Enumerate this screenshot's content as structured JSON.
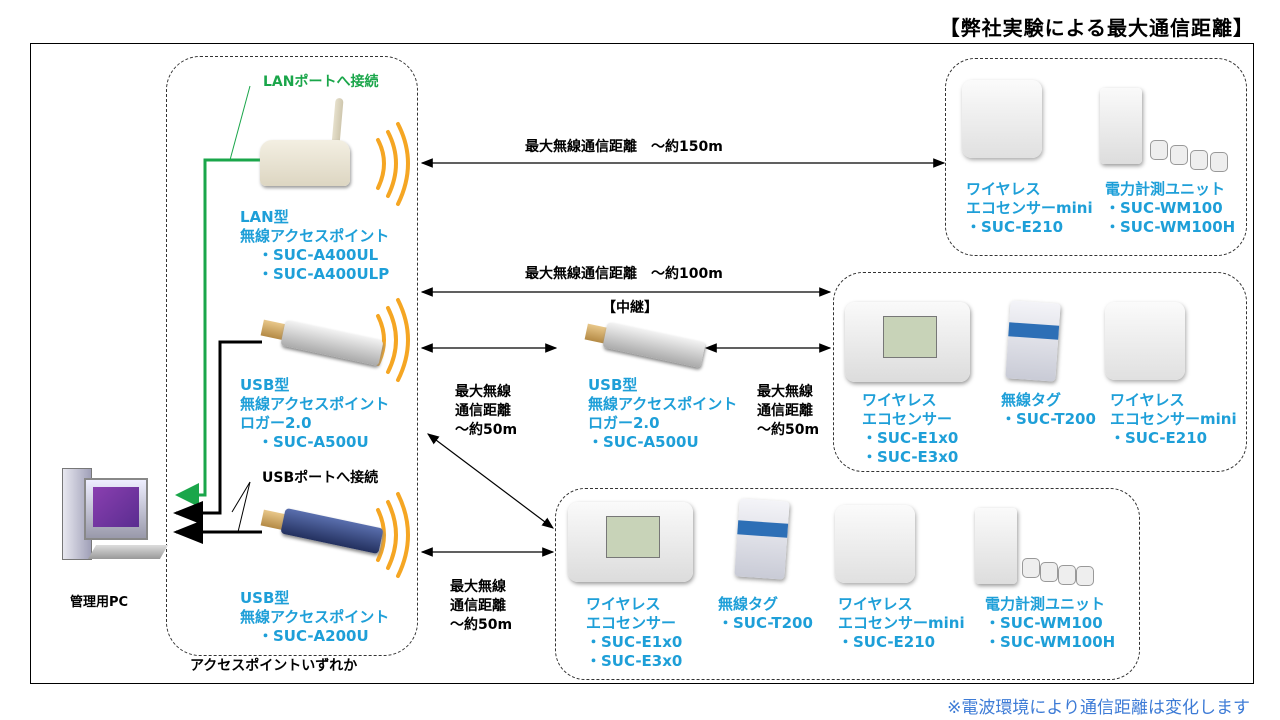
{
  "title": "【弊社実験による最大通信距離】",
  "footnote": "※電波環境により通信距離は変化します",
  "colors": {
    "product_text": "#1e9fd8",
    "lan_line": "#1aa64a",
    "waves": "#f5a623",
    "note": "#3d7bd6"
  },
  "access_points": {
    "group_label": "アクセスポイントいずれか",
    "lan_port_label": "LANポートへ接続",
    "usb_port_label": "USBポートへ接続",
    "lan": {
      "lines": [
        "LAN型",
        "無線アクセスポイント",
        "・SUC-A400UL",
        "・SUC-A400ULP"
      ]
    },
    "usb_logger": {
      "lines": [
        "USB型",
        "無線アクセスポイント",
        "ロガー2.0",
        "・SUC-A500U"
      ]
    },
    "usb": {
      "lines": [
        "USB型",
        "無線アクセスポイント",
        "・SUC-A200U"
      ]
    }
  },
  "pc": {
    "label": "管理用PC",
    "icon": "desktop-pc-icon"
  },
  "distances": {
    "d150": "最大無線通信距離　～約150m",
    "d100": "最大無線通信距離　～約100m",
    "d50_lines": [
      "最大無線",
      "通信距離",
      "～約50m"
    ]
  },
  "relay": {
    "label": "【中継】",
    "lines": [
      "USB型",
      "無線アクセスポイント",
      "ロガー2.0",
      "・SUC-A500U"
    ]
  },
  "group_150": [
    {
      "lines": [
        "ワイヤレス",
        "エコセンサーmini",
        "・SUC-E210"
      ]
    },
    {
      "lines": [
        "電力計測ユニット",
        "・SUC-WM100",
        "・SUC-WM100H"
      ]
    }
  ],
  "group_100": [
    {
      "lines": [
        "ワイヤレス",
        "エコセンサー",
        "・SUC-E1x0",
        "・SUC-E3x0"
      ]
    },
    {
      "lines": [
        "無線タグ",
        "・SUC-T200"
      ]
    },
    {
      "lines": [
        "ワイヤレス",
        "エコセンサーmini",
        "・SUC-E210"
      ]
    }
  ],
  "group_50": [
    {
      "lines": [
        "ワイヤレス",
        "エコセンサー",
        "・SUC-E1x0",
        "・SUC-E3x0"
      ]
    },
    {
      "lines": [
        "無線タグ",
        "・SUC-T200"
      ]
    },
    {
      "lines": [
        "ワイヤレス",
        "エコセンサーmini",
        "・SUC-E210"
      ]
    },
    {
      "lines": [
        "電力計測ユニット",
        "・SUC-WM100",
        "・SUC-WM100H"
      ]
    }
  ]
}
